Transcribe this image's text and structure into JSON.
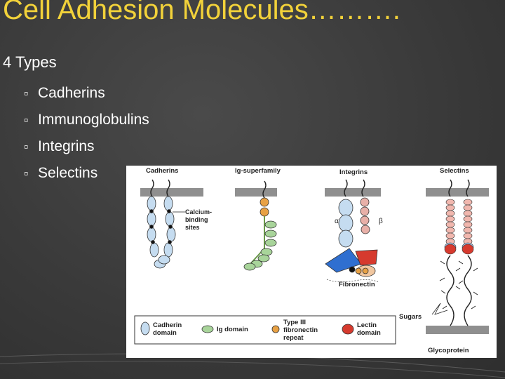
{
  "slide": {
    "title": "Cell Adhesion Molecules……….",
    "subtitle": "4 Types",
    "bullet_glyph": "▫",
    "items": [
      {
        "label": "Cadherins"
      },
      {
        "label": "Immunoglobulins"
      },
      {
        "label": "Integrins"
      },
      {
        "label": "Selectins"
      }
    ]
  },
  "figure": {
    "columns": {
      "cadherins": "Cadherins",
      "ig": "Ig-superfamily",
      "integrins": "Integrins",
      "selectins": "Selectins"
    },
    "annotations": {
      "calcium_1": "Calcium-",
      "calcium_2": "binding",
      "calcium_3": "sites",
      "alpha": "α",
      "beta": "β",
      "fibronectin": "Fibronectin",
      "sugars": "Sugars",
      "glycoprotein": "Glycoprotein"
    },
    "legend": {
      "cadherin_1": "Cadherin",
      "cadherin_2": "domain",
      "ig": "Ig domain",
      "type3_1": "Type III",
      "type3_2": "fibronectin",
      "type3_3": "repeat",
      "lectin_1": "Lectin",
      "lectin_2": "domain"
    },
    "colors": {
      "cadherin": "#c5dcf0",
      "ig": "#a8d49a",
      "fibronectin": "#e8a144",
      "lectin": "#d63a2e",
      "membrane": "#8f8f8f",
      "title": "#f2d23a"
    }
  }
}
